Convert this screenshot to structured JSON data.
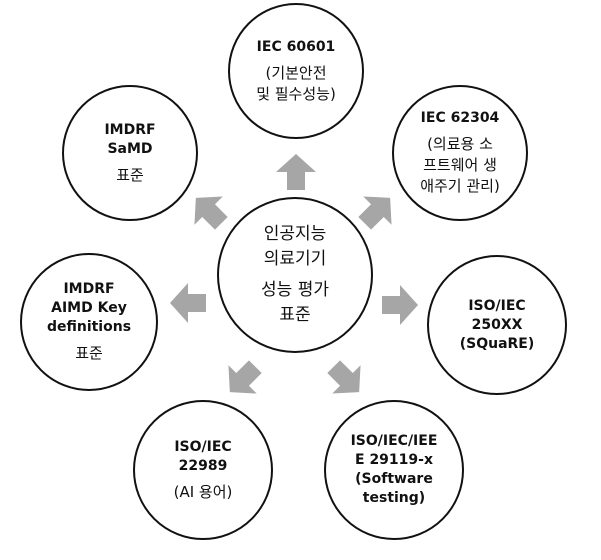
{
  "arrow_color": "#a6a6a6",
  "center": {
    "lines": [
      "인공지능",
      "의료기기",
      "성능 평가",
      "표준"
    ]
  },
  "nodes": {
    "iec60601": {
      "title": "IEC 60601",
      "desc": [
        "(기본안전",
        "및 필수성능)"
      ]
    },
    "iec62304": {
      "title": "IEC 62304",
      "desc": [
        "(의료용 소",
        "프트웨어 생",
        "애주기 관리)"
      ]
    },
    "iso250xx": {
      "title": [
        "ISO/IEC",
        "250XX",
        "(SQuaRE)"
      ]
    },
    "iso29119": {
      "title": [
        "ISO/IEC/IEE",
        "E 29119-x",
        "(Software",
        "testing)"
      ]
    },
    "iso22989": {
      "title": [
        "ISO/IEC",
        "22989"
      ],
      "desc": "(AI 용어)"
    },
    "aimd": {
      "title": [
        "IMDRF",
        "AIMD Key",
        "definitions"
      ],
      "desc": "표준"
    },
    "samd": {
      "title": [
        "IMDRF",
        "SaMD"
      ],
      "desc": "표준"
    }
  }
}
